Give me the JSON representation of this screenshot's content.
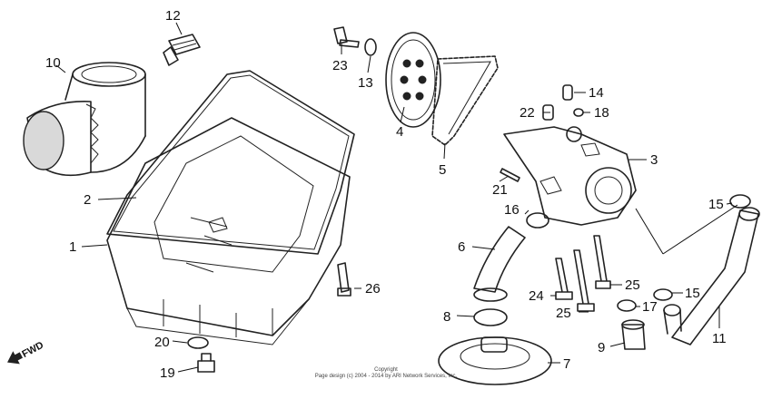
{
  "labels": {
    "p1": "1",
    "p2": "2",
    "p3": "3",
    "p4": "4",
    "p5": "5",
    "p6": "6",
    "p7": "7",
    "p8": "8",
    "p9": "9",
    "p10": "10",
    "p11": "11",
    "p12": "12",
    "p13": "13",
    "p14": "14",
    "p15a": "15",
    "p15b": "15",
    "p16": "16",
    "p17": "17",
    "p18": "18",
    "p19": "19",
    "p20": "20",
    "p21": "21",
    "p22": "22",
    "p23": "23",
    "p24": "24",
    "p25a": "25",
    "p25b": "25",
    "p26": "26"
  },
  "direction": {
    "label": "FWD"
  },
  "copyright": {
    "line1": "Copyright",
    "line2": "Page design (c) 2004 - 2014 by ARI Network Services, Inc."
  },
  "icons": {
    "direction_arrow": "fwd-arrow-icon"
  }
}
